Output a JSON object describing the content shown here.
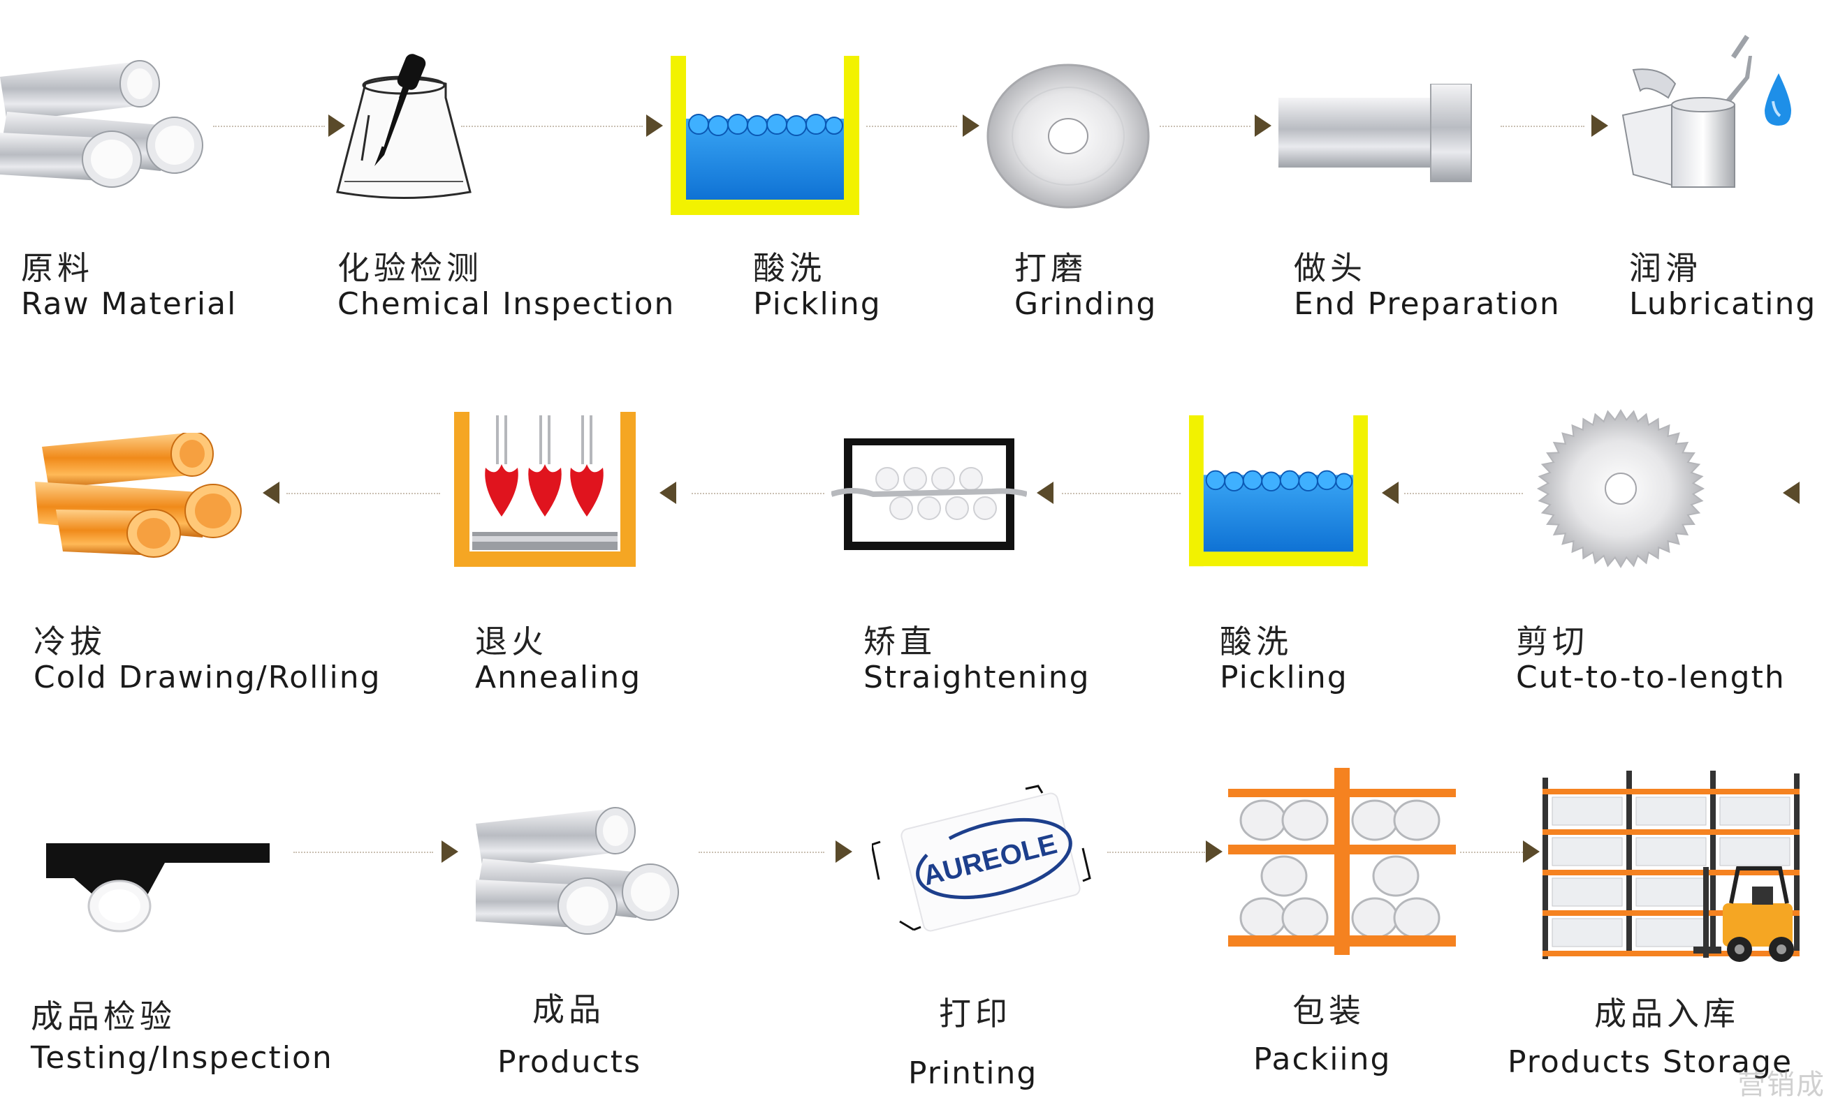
{
  "steps": [
    {
      "zh": "原料",
      "en": "Raw Material",
      "icon": "pipe-bundle-icon"
    },
    {
      "zh": "化验检测",
      "en": "Chemical Inspection",
      "icon": "beaker-dropper-icon"
    },
    {
      "zh": "酸洗",
      "en": "Pickling",
      "icon": "acid-tank-icon"
    },
    {
      "zh": "打磨",
      "en": "Grinding",
      "icon": "grinding-disc-icon"
    },
    {
      "zh": "做头",
      "en": "End Preparation",
      "icon": "pipe-end-icon"
    },
    {
      "zh": "润滑",
      "en": "Lubricating",
      "icon": "oil-can-icon"
    },
    {
      "zh": "冷拔",
      "en": "Cold Drawing/Rolling",
      "icon": "orange-pipes-icon"
    },
    {
      "zh": "退火",
      "en": "Annealing",
      "icon": "annealing-furnace-icon"
    },
    {
      "zh": "矫直",
      "en": "Straightening",
      "icon": "straightening-machine-icon"
    },
    {
      "zh": "酸洗",
      "en": "Pickling",
      "icon": "acid-tank-icon"
    },
    {
      "zh": "剪切",
      "en": "Cut-to-to-length",
      "icon": "saw-blade-icon"
    },
    {
      "zh": "成品检验",
      "en": "Testing/Inspection",
      "icon": "testing-clamp-icon"
    },
    {
      "zh": "成品",
      "en": "Products",
      "icon": "pipe-bundle-icon"
    },
    {
      "zh": "打印",
      "en": "Printing",
      "icon": "printed-label-icon"
    },
    {
      "zh": "包装",
      "en": "Packiing",
      "icon": "packing-rack-icon"
    },
    {
      "zh": "成品入库",
      "en": "Products Storage",
      "icon": "warehouse-forklift-icon"
    }
  ],
  "brand_text": "AUREOLE",
  "watermark": "营销成",
  "colors": {
    "tank_yellow": "#f2f200",
    "water_blue": "#1e8fe8",
    "orange": "#f08a1a",
    "rack_orange": "#f58220",
    "flame_red": "#e0141e",
    "arrow": "#5a4a2a",
    "brand_blue": "#1d3f8c"
  }
}
